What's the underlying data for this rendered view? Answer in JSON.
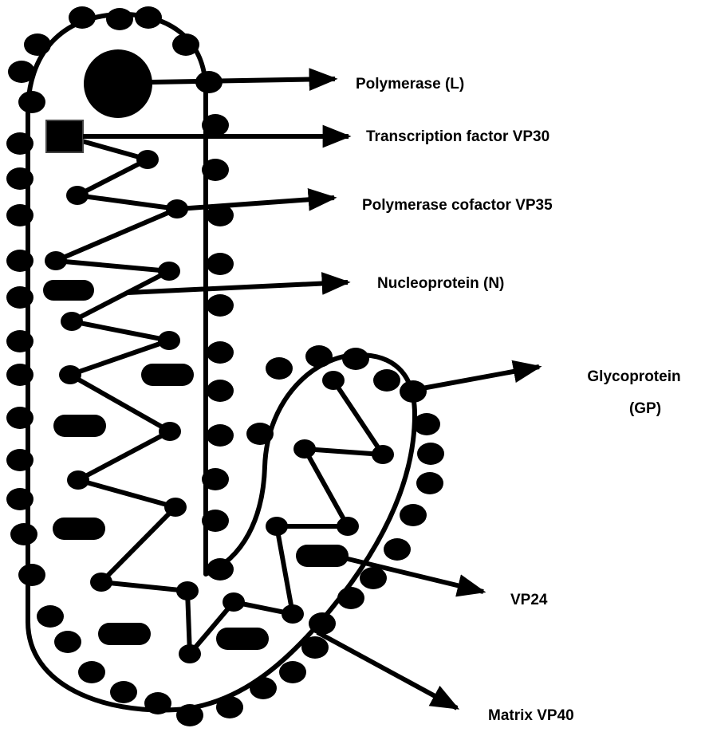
{
  "labels": {
    "polymerase": "Polymerase (L)",
    "vp30": "Transcription factor VP30",
    "vp35": "Polymerase cofactor VP35",
    "nucleoprotein": "Nucleoprotein (N)",
    "glycoprotein_line1": "Glycoprotein",
    "glycoprotein_line2": "(GP)",
    "vp24": "VP24",
    "vp40": "Matrix VP40"
  },
  "colors": {
    "ink": "#000000",
    "background": "#ffffff"
  }
}
